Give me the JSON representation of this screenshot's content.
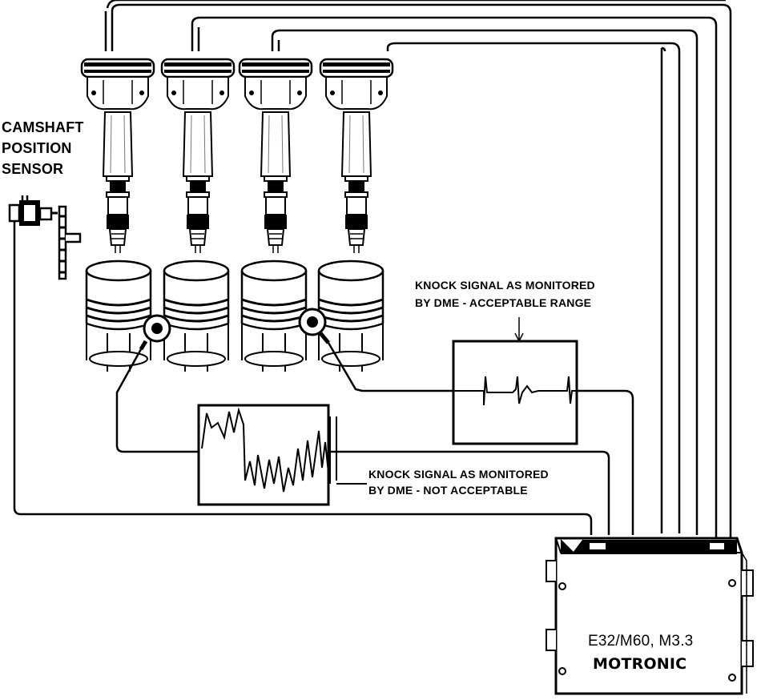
{
  "labels": {
    "camshaft_sensor": [
      "CAMSHAFT",
      "POSITION",
      "SENSOR"
    ],
    "knock_acceptable": [
      "KNOCK SIGNAL AS MONITORED",
      "BY DME - ACCEPTABLE RANGE"
    ],
    "knock_not_acceptable": [
      "KNOCK SIGNAL AS MONITORED",
      "BY DME - NOT ACCEPTABLE"
    ],
    "ecu_model": "E32/M60, M3.3",
    "ecu_name": "MOTRONIC"
  },
  "colors": {
    "ink": "#000000",
    "paper": "#ffffff",
    "shade": "#e6e6e6"
  },
  "icons": [
    "spark-plug-icon",
    "piston-icon",
    "knock-sensor-icon",
    "camshaft-sensor-icon",
    "control-unit-icon"
  ]
}
